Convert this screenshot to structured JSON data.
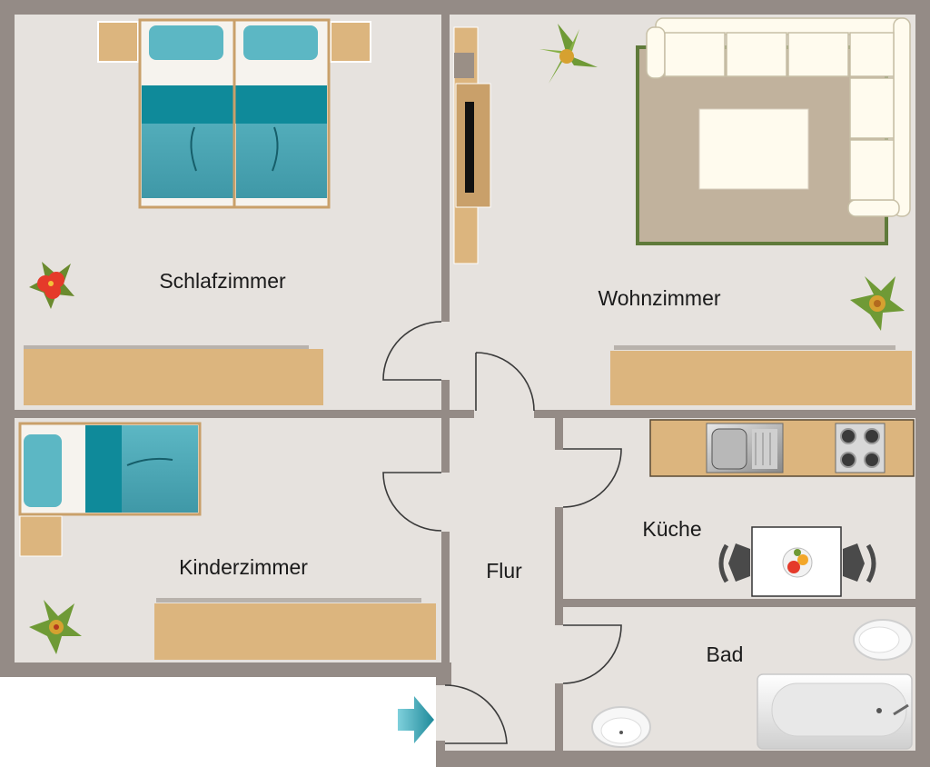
{
  "rooms": {
    "schlafzimmer": "Schlafzimmer",
    "wohnzimmer": "Wohnzimmer",
    "kinderzimmer": "Kinderzimmer",
    "flur": "Flur",
    "kueche": "Küche",
    "bad": "Bad"
  },
  "colors": {
    "wall": "#948b86",
    "floor": "#e6e2de",
    "wood": "#dcb57e",
    "bedding": "#4fa9b7",
    "rug": "#c1b29d",
    "rug_border": "#5f7a3a",
    "entrance_arrow": "#3fa6b6"
  },
  "icons": [
    "plant-icon",
    "flower-icon",
    "sink-icon",
    "stove-icon",
    "toilet-icon",
    "bathtub-icon",
    "washbasin-icon",
    "tv-icon",
    "entrance-arrow-icon"
  ]
}
